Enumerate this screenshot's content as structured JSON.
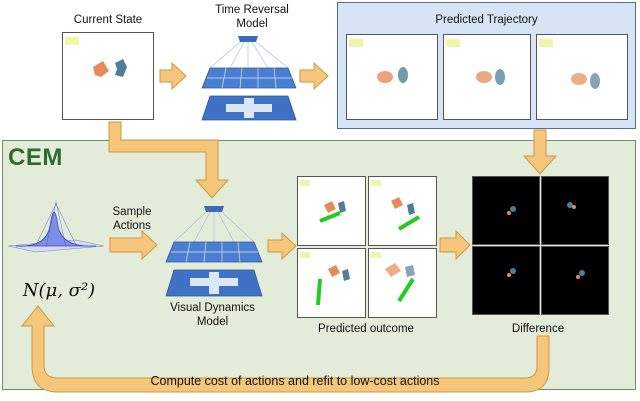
{
  "labels": {
    "current_state": "Current State",
    "time_reversal_line1": "Time Reversal",
    "time_reversal_line2": "Model",
    "predicted_trajectory": "Predicted Trajectory",
    "cem": "CEM",
    "sample_line1": "Sample",
    "sample_line2": "Actions",
    "visual_dynamics_line1": "Visual Dynamics",
    "visual_dynamics_line2": "Model",
    "predicted_outcome": "Predicted outcome",
    "difference": "Difference",
    "gaussian_formula": "N(μ, σ²)",
    "feedback": "Compute cost of actions and refit to low-cost actions"
  },
  "colors": {
    "arrow_fill": "#f6c77a",
    "arrow_stroke": "#c99a45",
    "cem_bg": "#e3ecd9",
    "traj_bg": "#d7e4f5",
    "object_orange": "#e8895a",
    "object_blue": "#4f7f97",
    "action_green": "#22cc22"
  }
}
